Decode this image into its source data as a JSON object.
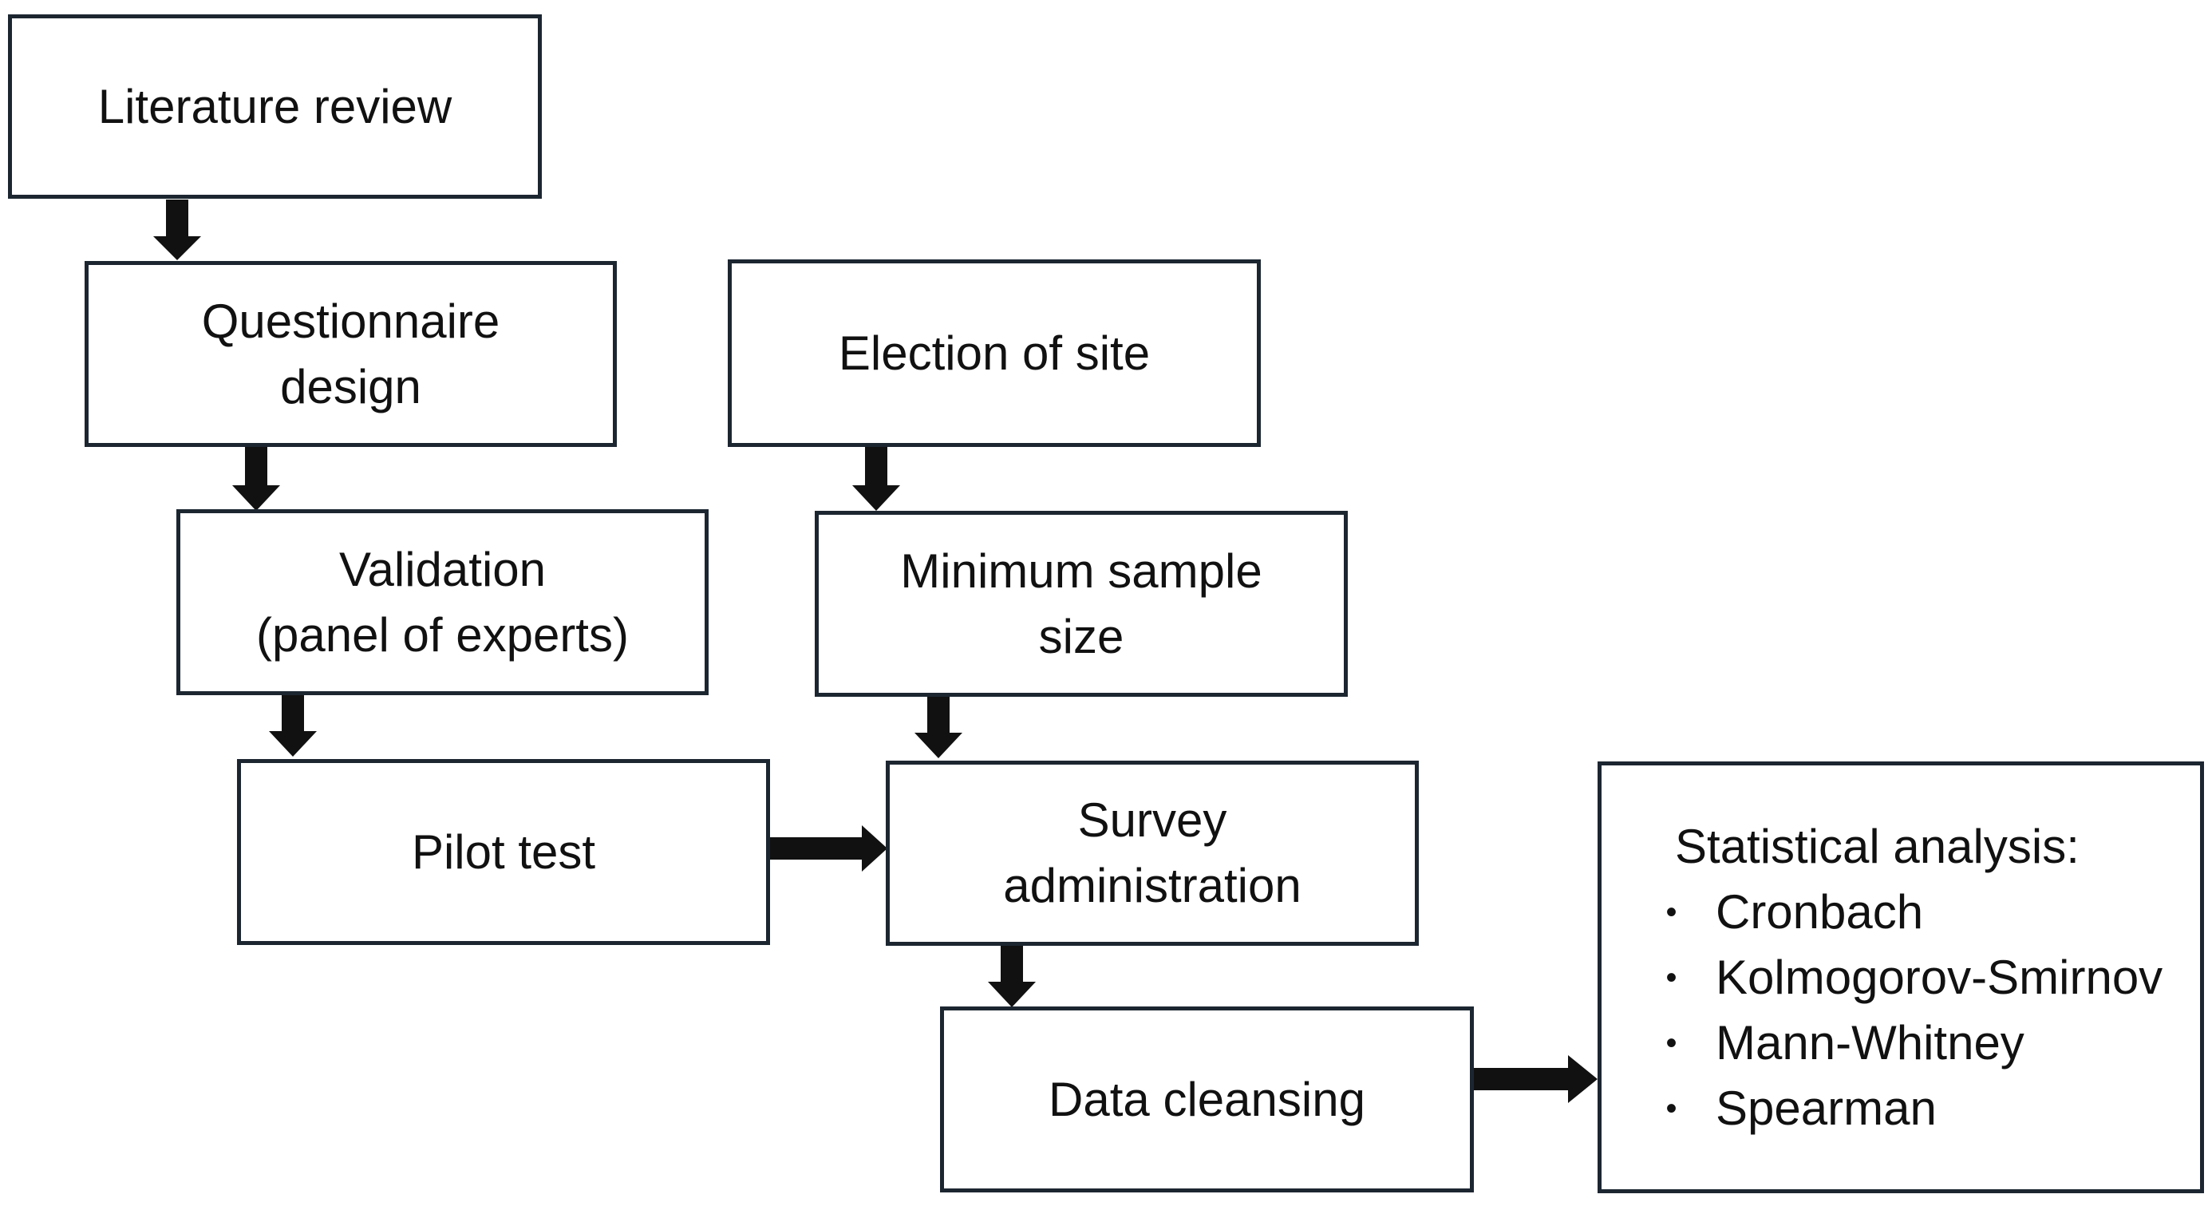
{
  "steps": {
    "literature_review": [
      "Literature review"
    ],
    "questionnaire_design": [
      "Questionnaire",
      "design"
    ],
    "validation": [
      "Validation",
      "(panel of experts)"
    ],
    "pilot_test": [
      "Pilot test"
    ],
    "election_of_site": [
      "Election of site"
    ],
    "minimum_sample_size": [
      "Minimum sample",
      "size"
    ],
    "survey_administration": [
      "Survey",
      "administration"
    ],
    "data_cleansing": [
      "Data cleansing"
    ]
  },
  "statistical_analysis": {
    "heading": "Statistical analysis:",
    "methods": [
      "Cronbach",
      "Kolmogorov-Smirnov",
      "Mann-Whitney",
      "Spearman"
    ]
  },
  "colors": {
    "box_border": "#1c2631",
    "arrow": "#111111",
    "background": "#ffffff"
  }
}
